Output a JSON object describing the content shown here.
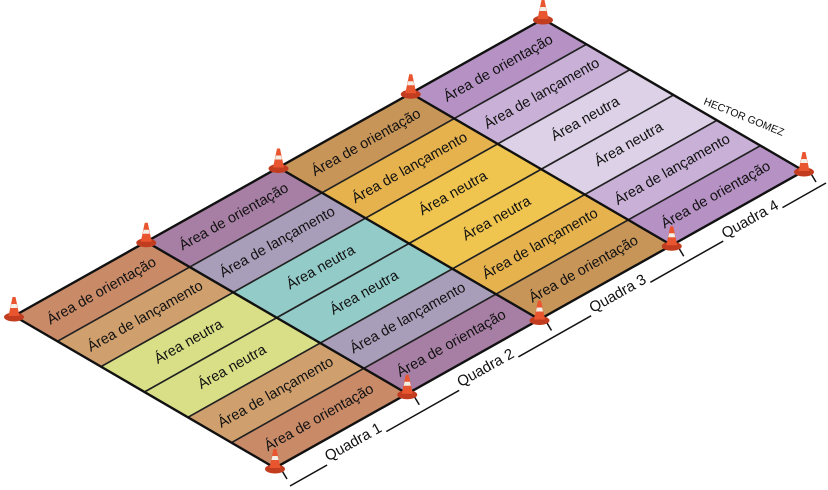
{
  "author": "HECTOR GOMEZ",
  "quadras": [
    {
      "label": "Quadra 1",
      "strips": [
        {
          "label": "Área de orientação",
          "color": "#c98a68"
        },
        {
          "label": "Área de lançamento",
          "color": "#cfa06e"
        },
        {
          "label": "Área neutra",
          "color": "#d9df86"
        },
        {
          "label": "Área neutra",
          "color": "#d9df86"
        },
        {
          "label": "Área de lançamento",
          "color": "#cfa06e"
        },
        {
          "label": "Área de orientação",
          "color": "#c98a68"
        }
      ]
    },
    {
      "label": "Quadra 2",
      "strips": [
        {
          "label": "Área de orientação",
          "color": "#a77fa4"
        },
        {
          "label": "Área de lançamento",
          "color": "#a99eb9"
        },
        {
          "label": "Área neutra",
          "color": "#93cbc8"
        },
        {
          "label": "Área neutra",
          "color": "#93cbc8"
        },
        {
          "label": "Área de lançamento",
          "color": "#a99eb9"
        },
        {
          "label": "Área de orientação",
          "color": "#a77fa4"
        }
      ]
    },
    {
      "label": "Quadra 3",
      "strips": [
        {
          "label": "Área de orientação",
          "color": "#c89558"
        },
        {
          "label": "Área de lançamento",
          "color": "#e5b24e"
        },
        {
          "label": "Área neutra",
          "color": "#efc44f"
        },
        {
          "label": "Área neutra",
          "color": "#efc44f"
        },
        {
          "label": "Área de lançamento",
          "color": "#e5b24e"
        },
        {
          "label": "Área de orientação",
          "color": "#c89558"
        }
      ]
    },
    {
      "label": "Quadra 4",
      "strips": [
        {
          "label": "Área de orientação",
          "color": "#b591c4"
        },
        {
          "label": "Área de lançamento",
          "color": "#c8b0d6"
        },
        {
          "label": "Área neutra",
          "color": "#dcd1e6"
        },
        {
          "label": "Área neutra",
          "color": "#dcd1e6"
        },
        {
          "label": "Área de lançamento",
          "color": "#c8b0d6"
        },
        {
          "label": "Área de orientação",
          "color": "#b591c4"
        }
      ]
    }
  ],
  "cone_color": "#e8552f"
}
